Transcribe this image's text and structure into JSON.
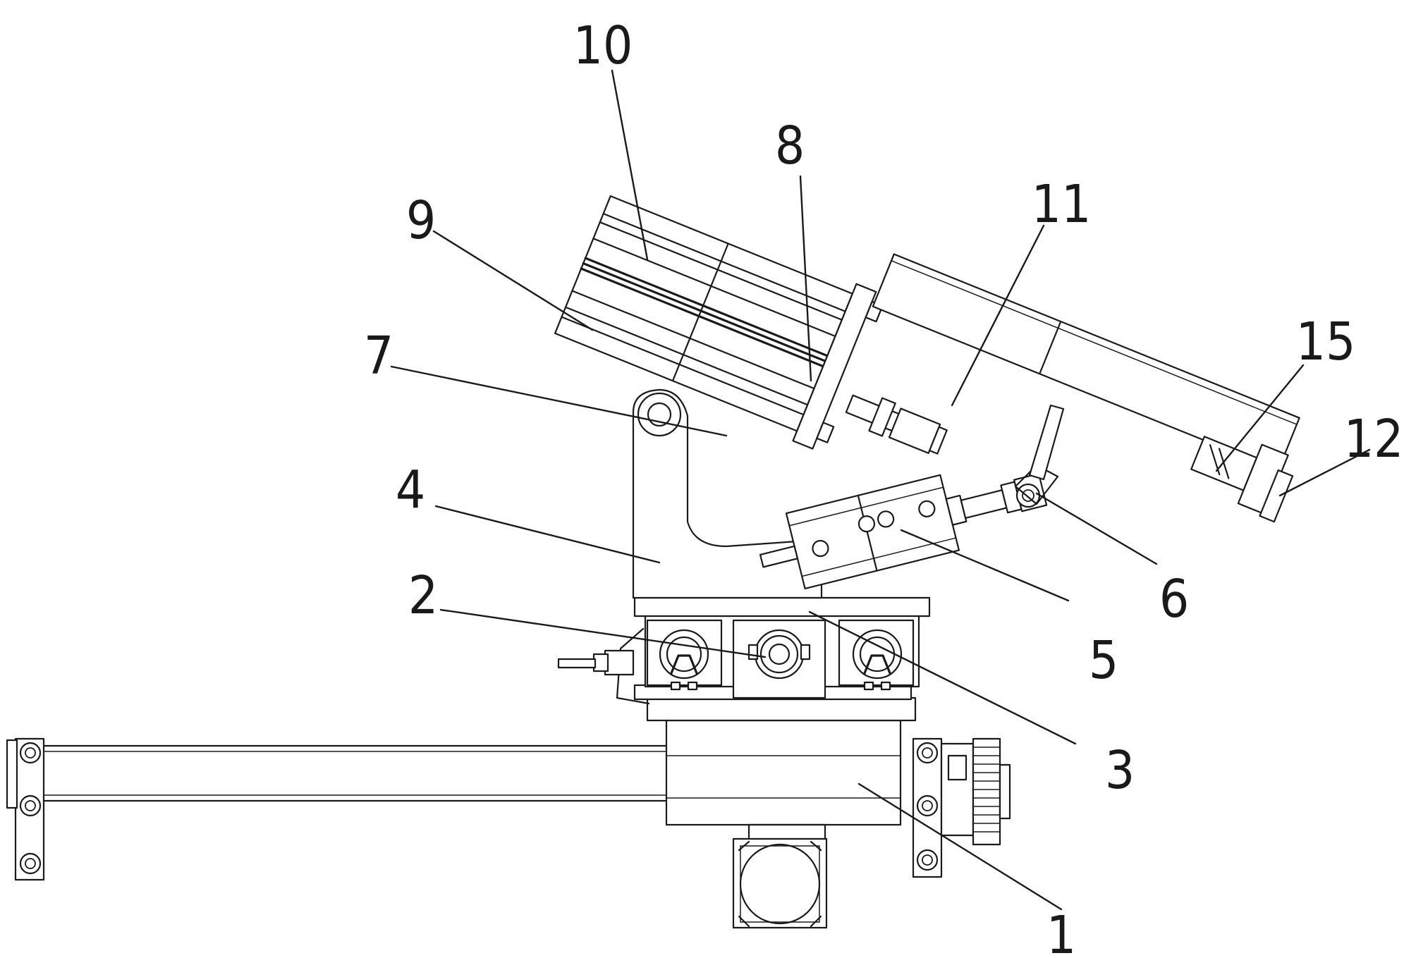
{
  "labels": [
    {
      "id": "1",
      "text": "1"
    },
    {
      "id": "2",
      "text": "2"
    },
    {
      "id": "3",
      "text": "3"
    },
    {
      "id": "4",
      "text": "4"
    },
    {
      "id": "5",
      "text": "5"
    },
    {
      "id": "6",
      "text": "6"
    },
    {
      "id": "7",
      "text": "7"
    },
    {
      "id": "8",
      "text": "8"
    },
    {
      "id": "9",
      "text": "9"
    },
    {
      "id": "10",
      "text": "10"
    },
    {
      "id": "11",
      "text": "11"
    },
    {
      "id": "12",
      "text": "12"
    },
    {
      "id": "15",
      "text": "15"
    }
  ]
}
